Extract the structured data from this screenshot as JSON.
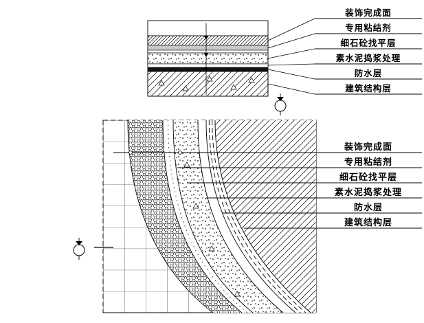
{
  "drawing": {
    "top_detail": {
      "name": "floor-finish-layer-section",
      "layers": [
        "装饰完成面",
        "专用粘结剂",
        "细石砼找平层",
        "素水泥捣浆处理",
        "防水层",
        "建筑结构层"
      ]
    },
    "bottom_detail": {
      "name": "curved-junction-plan-detail",
      "layers": [
        "装饰完成面",
        "专用粘结剂",
        "细石砼找平层",
        "素水泥捣浆处理",
        "防水层",
        "建筑结构层"
      ]
    },
    "colors": {
      "ink": "#000000",
      "paper": "#ffffff",
      "adhesive_fill": "#c9c9c9",
      "waterproof_fill": "#111111"
    }
  }
}
